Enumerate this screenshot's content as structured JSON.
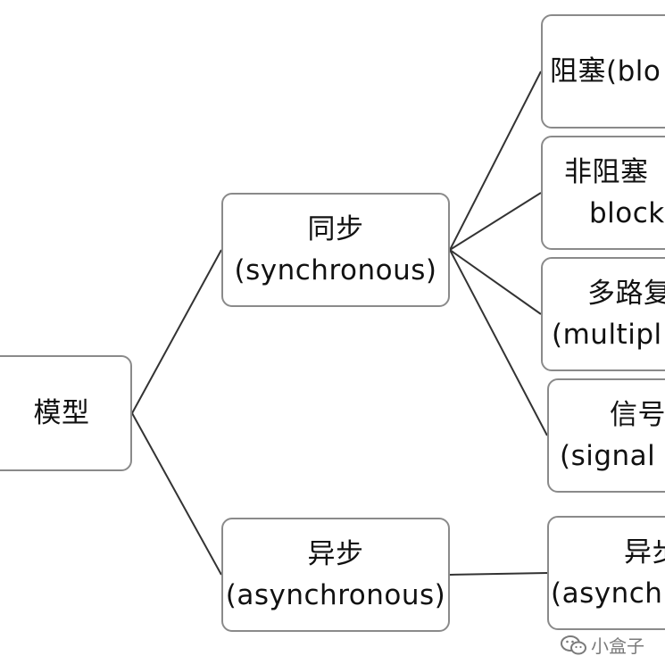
{
  "nodes": {
    "root": {
      "line1": "模型",
      "line2": ""
    },
    "sync": {
      "line1": "同步",
      "line2": "(synchronous)"
    },
    "async": {
      "line1": "异步",
      "line2": "(asynchronous)"
    },
    "blocking": {
      "line1": "阻塞(blo",
      "line2": ""
    },
    "nonblocking": {
      "line1": "非阻塞",
      "line2": "block"
    },
    "multiplex": {
      "line1": "多路复",
      "line2": "(multipl"
    },
    "signal": {
      "line1": "信号",
      "line2": "(signal d"
    },
    "asyncio": {
      "line1": "异步",
      "line2": "(asynchr"
    }
  },
  "edges": [
    [
      "root",
      "sync"
    ],
    [
      "root",
      "async"
    ],
    [
      "sync",
      "blocking"
    ],
    [
      "sync",
      "nonblocking"
    ],
    [
      "sync",
      "multiplex"
    ],
    [
      "sync",
      "signal"
    ],
    [
      "async",
      "asyncio"
    ]
  ],
  "watermark": {
    "icon": "wechat-icon",
    "text": "小盒子"
  },
  "colors": {
    "border": "#8a8a8a",
    "line": "#333333",
    "watermark": "#7a7a7a"
  }
}
